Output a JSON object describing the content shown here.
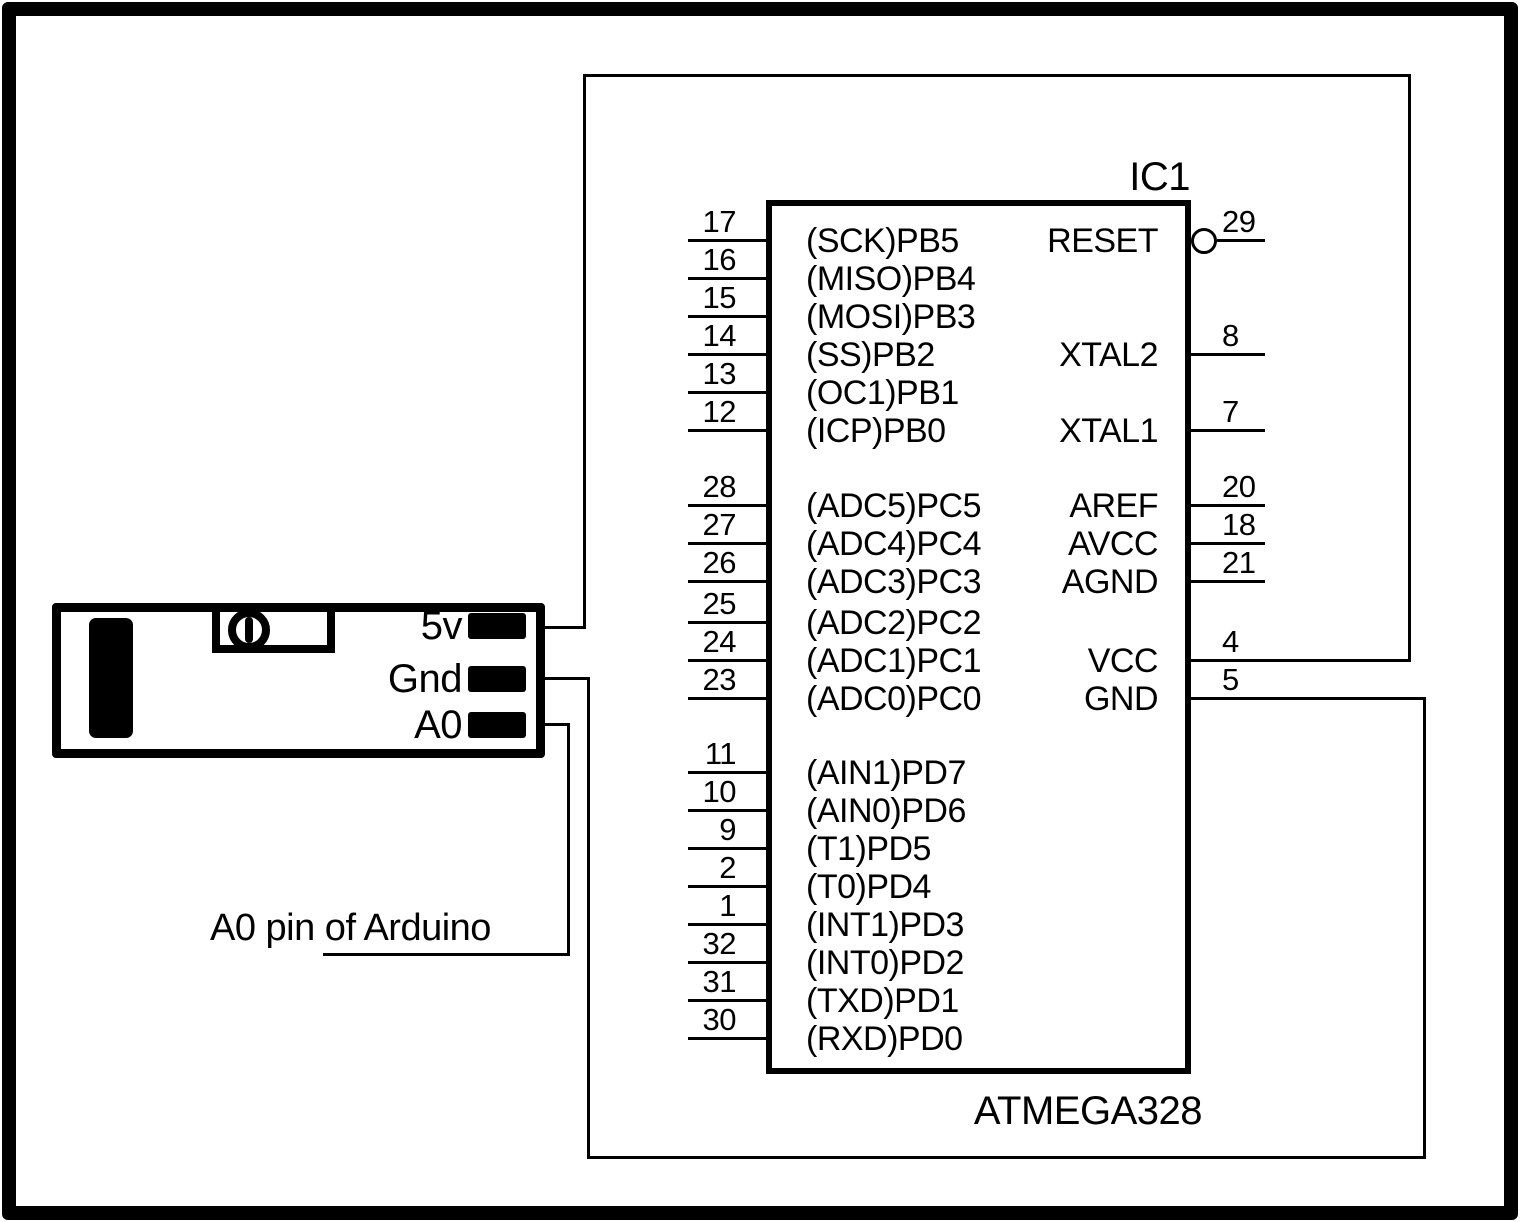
{
  "colors": {
    "ink": "#000000",
    "background": "#ffffff"
  },
  "ic": {
    "designator": "IC1",
    "part": "ATMEGA328",
    "left_pin_groups": [
      [
        {
          "number": "17",
          "label": "(SCK)PB5"
        },
        {
          "number": "16",
          "label": "(MISO)PB4"
        },
        {
          "number": "15",
          "label": "(MOSI)PB3"
        },
        {
          "number": "14",
          "label": "(SS)PB2"
        },
        {
          "number": "13",
          "label": "(OC1)PB1"
        },
        {
          "number": "12",
          "label": "(ICP)PB0"
        }
      ],
      [
        {
          "number": "28",
          "label": "(ADC5)PC5"
        },
        {
          "number": "27",
          "label": "(ADC4)PC4"
        },
        {
          "number": "26",
          "label": "(ADC3)PC3"
        },
        {
          "number": "25",
          "label": "(ADC2)PC2"
        },
        {
          "number": "24",
          "label": "(ADC1)PC1"
        },
        {
          "number": "23",
          "label": "(ADC0)PC0"
        }
      ],
      [
        {
          "number": "11",
          "label": "(AIN1)PD7"
        },
        {
          "number": "10",
          "label": "(AIN0)PD6"
        },
        {
          "number": "9",
          "label": "(T1)PD5"
        },
        {
          "number": "2",
          "label": "(T0)PD4"
        },
        {
          "number": "1",
          "label": "(INT1)PD3"
        },
        {
          "number": "32",
          "label": "(INT0)PD2"
        },
        {
          "number": "31",
          "label": "(TXD)PD1"
        },
        {
          "number": "30",
          "label": "(RXD)PD0"
        }
      ]
    ],
    "right_pins": [
      {
        "number": "29",
        "label": "RESET",
        "bubble": true,
        "row": 0
      },
      {
        "number": "8",
        "label": "XTAL2",
        "bubble": false,
        "row": 3
      },
      {
        "number": "7",
        "label": "XTAL1",
        "bubble": false,
        "row": 5
      },
      {
        "number": "20",
        "label": "AREF",
        "bubble": false,
        "row": 6
      },
      {
        "number": "18",
        "label": "AVCC",
        "bubble": false,
        "row": 7
      },
      {
        "number": "21",
        "label": "AGND",
        "bubble": false,
        "row": 8
      },
      {
        "number": "4",
        "label": "VCC",
        "bubble": false,
        "row": 10
      },
      {
        "number": "5",
        "label": "GND",
        "bubble": false,
        "row": 11
      }
    ]
  },
  "sensor": {
    "pins": [
      {
        "label": "5v"
      },
      {
        "label": "Gnd"
      },
      {
        "label": "A0"
      }
    ]
  },
  "annotation": {
    "text": "A0 pin of Arduino"
  }
}
